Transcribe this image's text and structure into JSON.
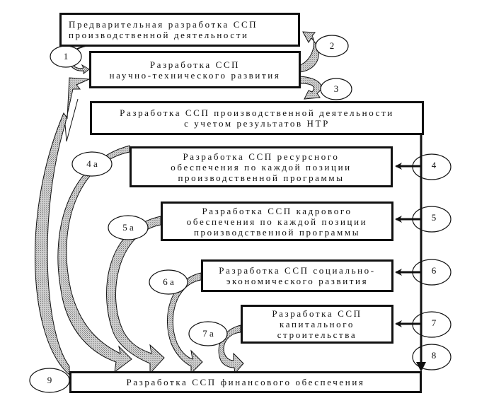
{
  "diagram": {
    "boxes": [
      {
        "id": "A",
        "lines": [
          "Предварительная разработка ССП",
          "производственной деятельности"
        ]
      },
      {
        "id": "B",
        "lines": [
          "Разработка ССП",
          "научно-технического развития"
        ]
      },
      {
        "id": "C",
        "lines": [
          "Разработка ССП производственной деятельности",
          "с учетом результатов НТР"
        ]
      },
      {
        "id": "D",
        "lines": [
          "Разработка ССП ресурсного",
          "обеспечения по каждой позиции",
          "производственной программы"
        ]
      },
      {
        "id": "E",
        "lines": [
          "Разработка ССП кадрового",
          "обеспечения по каждой позиции",
          "производственной программы"
        ]
      },
      {
        "id": "F",
        "lines": [
          "Разработка ССП социально-",
          "экономического развития"
        ]
      },
      {
        "id": "G",
        "lines": [
          "Разработка ССП",
          "капитального",
          "строительства"
        ]
      },
      {
        "id": "H",
        "lines": [
          "Разработка ССП финансового обеспечения"
        ]
      }
    ],
    "step_labels": [
      "1",
      "2",
      "3",
      "4",
      "5",
      "6",
      "7",
      "8",
      "9",
      "4 а",
      "5 а",
      "6 а",
      "7 а"
    ],
    "connections": [
      {
        "label": "1",
        "from": "A",
        "to": "B"
      },
      {
        "label": "2",
        "from": "B",
        "to": "A"
      },
      {
        "label": "3",
        "from": "B",
        "to": "C"
      },
      {
        "label": "4",
        "from": "C",
        "to": "D"
      },
      {
        "label": "5",
        "from": "C",
        "to": "E"
      },
      {
        "label": "6",
        "from": "C",
        "to": "F"
      },
      {
        "label": "7",
        "from": "C",
        "to": "G"
      },
      {
        "label": "8",
        "from": "C",
        "to": "H"
      },
      {
        "label": "9",
        "from": "H",
        "to": "B"
      },
      {
        "label": "4 а",
        "from": "D",
        "to": "H"
      },
      {
        "label": "5 а",
        "from": "E",
        "to": "H"
      },
      {
        "label": "6 а",
        "from": "F",
        "to": "H"
      },
      {
        "label": "7 а",
        "from": "G",
        "to": "H"
      }
    ]
  }
}
